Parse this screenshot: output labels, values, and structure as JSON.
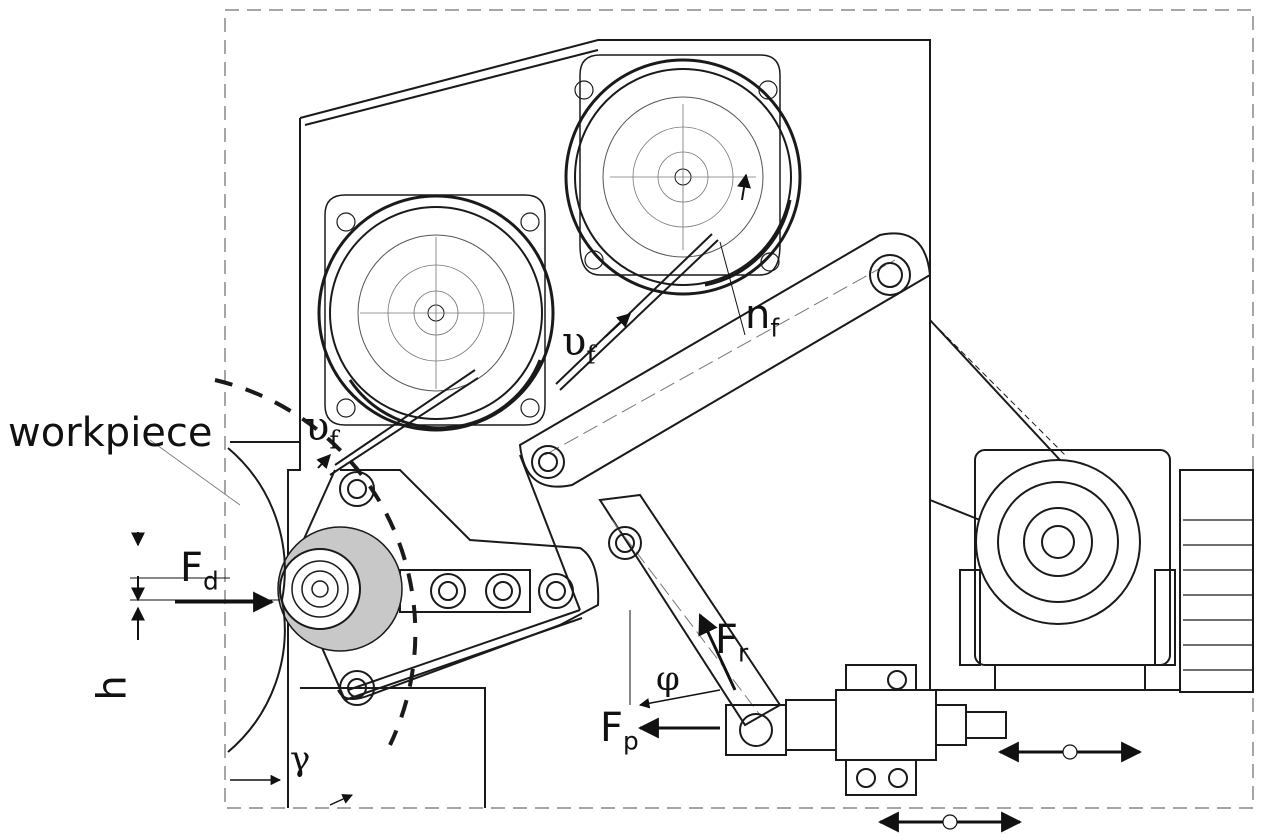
{
  "labels": {
    "workpiece": "workpiece",
    "vf_top": {
      "main": "υ",
      "sub": "f"
    },
    "vf_left": {
      "main": "υ",
      "sub": "f"
    },
    "nf": {
      "main": "n",
      "sub": "f"
    },
    "Fd": {
      "main": "F",
      "sub": "d"
    },
    "h": "h",
    "gamma": "γ",
    "phi": "φ",
    "Fr": {
      "main": "F",
      "sub": "r"
    },
    "Fp": {
      "main": "F",
      "sub": "p"
    }
  },
  "colors": {
    "line": "#1a1a1a",
    "thin": "#555555",
    "hub_fill": "#c8c8c8",
    "frame_dash": "#888888",
    "background": "#ffffff"
  },
  "icons": {
    "adjust_arrows": "double-arrow-icon"
  }
}
